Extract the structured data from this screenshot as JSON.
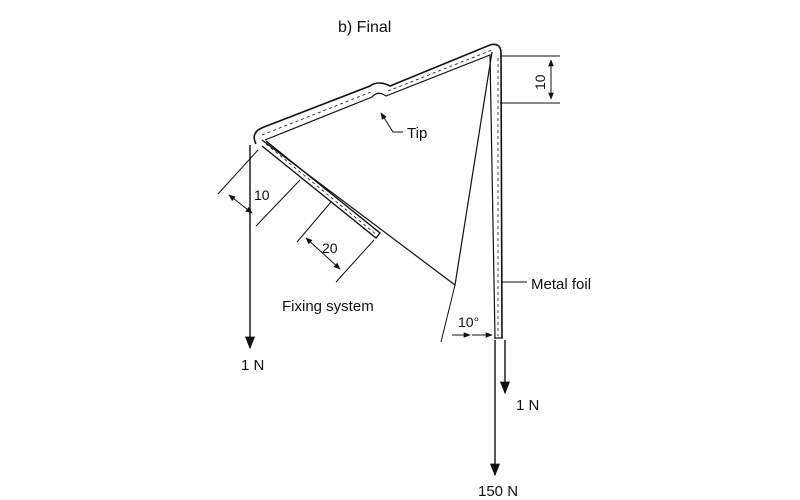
{
  "figure": {
    "title": "b) Final",
    "labels": {
      "tip": "Tip",
      "fixing_system": "Fixing system",
      "metal_foil": "Metal foil"
    },
    "dimensions": {
      "top_right": "10",
      "left_offset": "10",
      "fixing_width": "20",
      "angle": "10°"
    },
    "forces": {
      "left": "1 N",
      "right_small": "1 N",
      "right_large": "150 N"
    }
  }
}
